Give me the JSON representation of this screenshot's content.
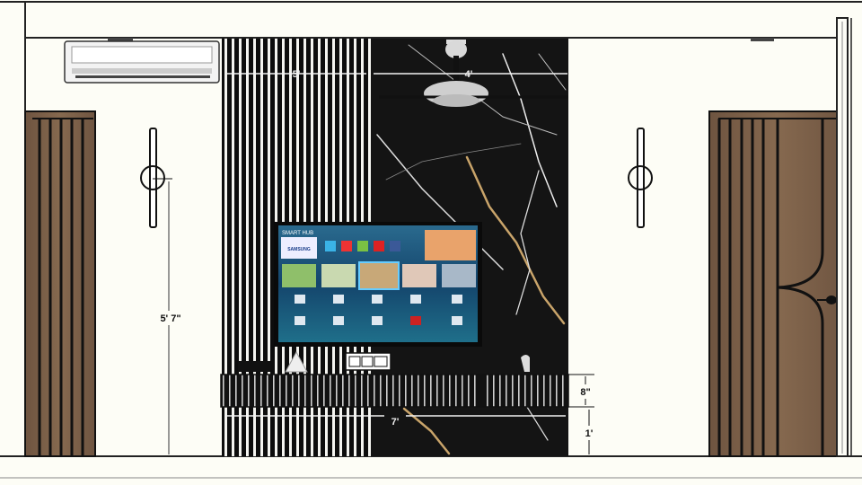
{
  "drawing": {
    "type": "tv-unit-wall-elevation",
    "dimensions": {
      "fluted_panel_width": "5'",
      "marble_panel_width": "4'",
      "console_width": "7'",
      "console_height": "8\"",
      "console_floor_clearance": "1'",
      "sconce_height": "5' 7\""
    },
    "tv": {
      "logo": "SMART HUB",
      "brand_logo": "SAMSUNG"
    },
    "colors": {
      "wall": "#fdfdf6",
      "wood": "#7a5f47",
      "marble": "#141414",
      "marble_vein": "#c9a46a",
      "fluted_panel": "#0d0d0d",
      "tv_screen": "#1b4f7a"
    }
  }
}
